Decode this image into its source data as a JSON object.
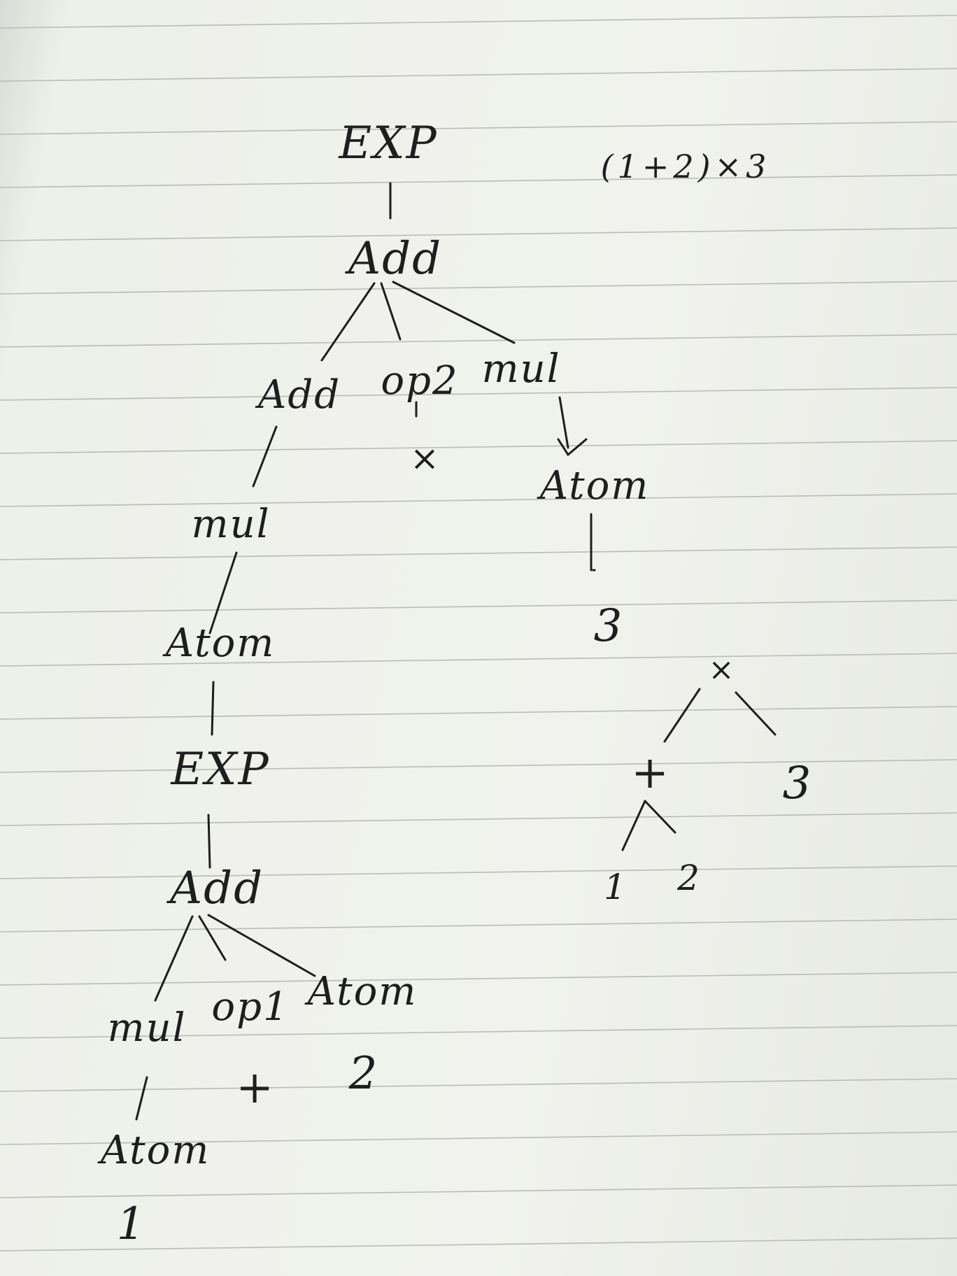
{
  "expression": "(1+2)×3",
  "parse_tree": {
    "root_exp": "EXP",
    "root_add": "Add",
    "add": "Add",
    "op2": "op2",
    "mul_right": "mul",
    "times": "×",
    "atom_right": "Atom",
    "three": "3",
    "mul_left": "mul",
    "atom_left": "Atom",
    "inner_exp": "EXP",
    "inner_add": "Add",
    "inner_mul": "mul",
    "op1": "op1",
    "inner_atom": "Atom",
    "plus": "+",
    "two": "2",
    "bottom_atom": "Atom",
    "one": "1"
  },
  "ast": {
    "times": "×",
    "plus": "+",
    "three": "3",
    "one": "1",
    "two": "2"
  },
  "colors": {
    "paper": "#eef0ea",
    "rule_line": "#b9bcb6",
    "ink": "#1e1e1e"
  }
}
